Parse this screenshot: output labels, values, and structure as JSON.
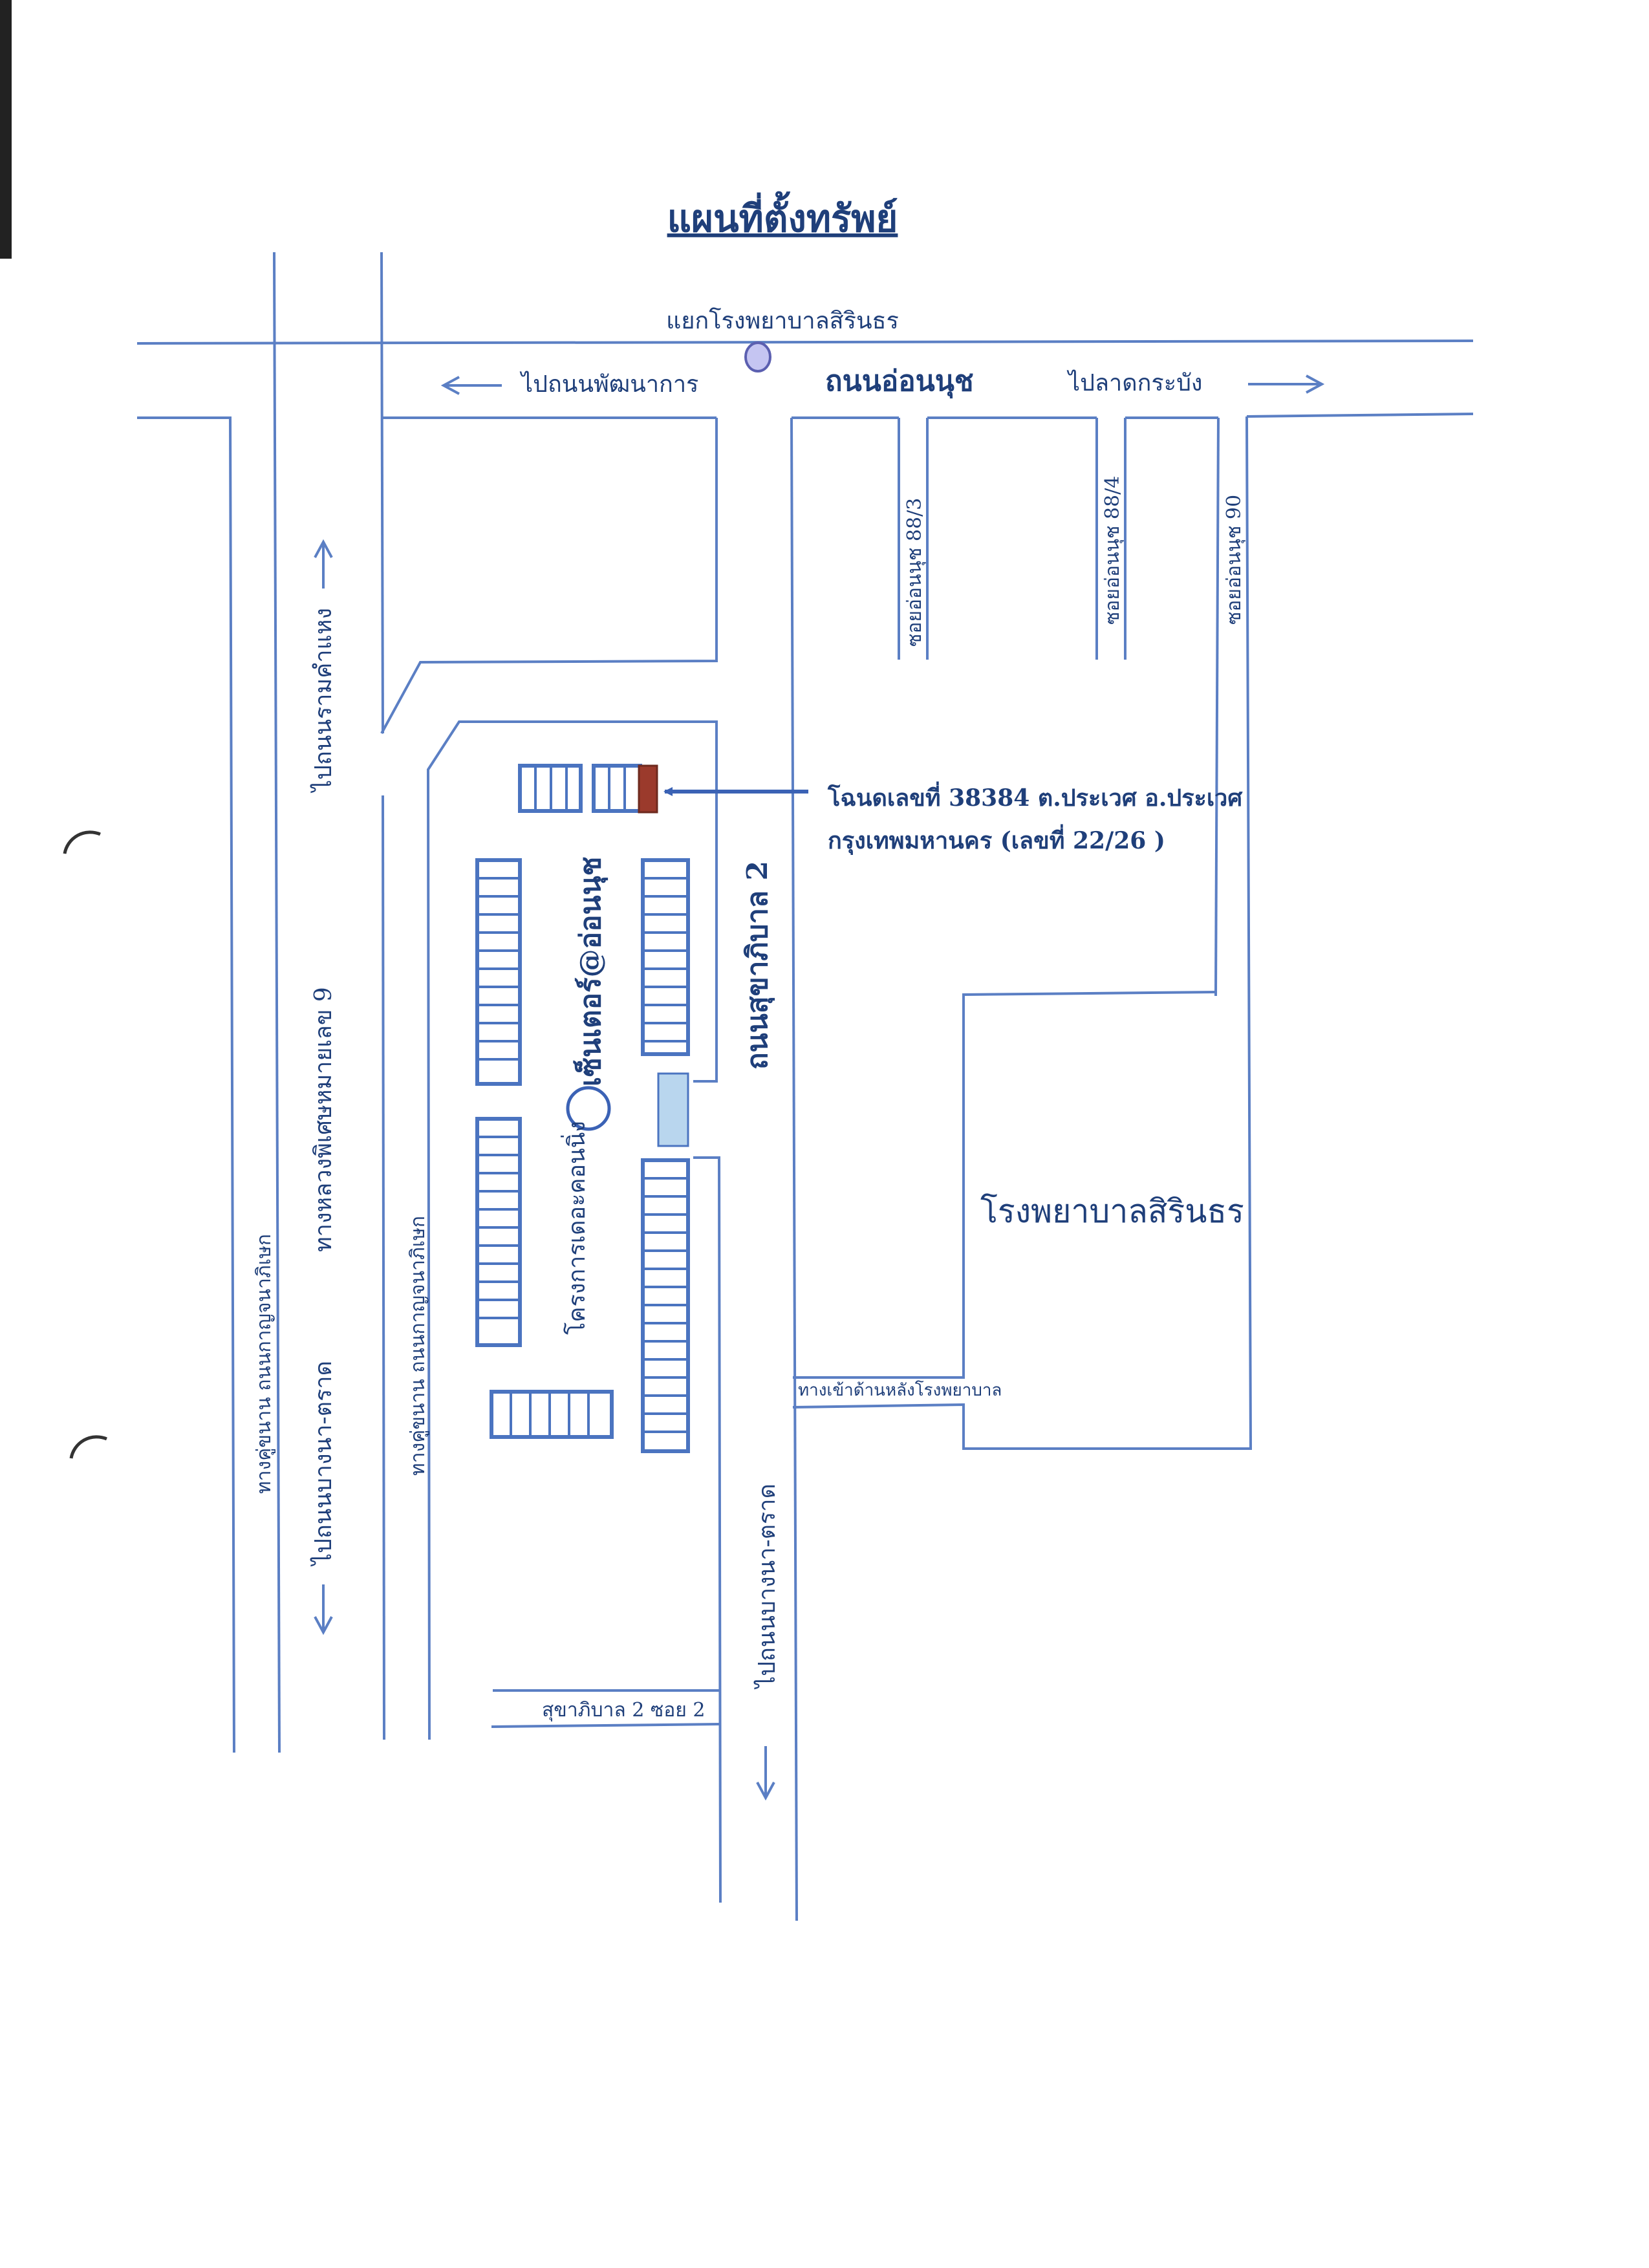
{
  "title": "แผนที่ตั้งทรัพย์",
  "map": {
    "junction": "แยกโรงพยาบาลสิรินธร",
    "main_road": "ถนนอ่อนนุช",
    "to_left": "ไปถนนพัฒนาการ",
    "to_right": "ไปลาดกระบัง",
    "soi_88_3": "ซอยอ่อนนุช 88/3",
    "soi_88_4": "ซอยอ่อนนุช 88/4",
    "soi_90": "ซอยอ่อนนุช 90",
    "to_ramkhamhaeng": "ไปถนนรามคำแหง",
    "motorway": "ทางหลวงพิเศษหมายเลข 9",
    "to_bangna_trat_left": "ไปถนนบางนา-ตราด",
    "frontage_road_outer": "ทางคู่ขนาน ถนนกาญจนาภิเษก",
    "frontage_road_inner": "ทางคู่ขนาน ถนนกาญจนาภิเษก",
    "project_name": "โครงการเดอะคอนนิ่ง",
    "center_name": "เซ็นเตอร์@อ่อนนุช",
    "sukhapiban_road": "ถนนสุขาภิบาล 2",
    "hospital": "โรงพยาบาลสิรินธร",
    "hospital_back_entrance": "ทางเข้าด้านหลังโรงพยาบาล",
    "to_bangna_trat_bottom": "ไปถนนบางนา-ตราด",
    "sukhapiban_soi": "สุขาภิบาล 2 ซอย 2"
  },
  "property_note": {
    "line1": "โฉนดเลขที่ 38384 ต.ประเวศ อ.ประเวศ",
    "line2": "กรุงเทพมหานคร (เลขที่ 22/26 )"
  },
  "colors": {
    "road": "#5b7fc4",
    "label": "#1f3f7a",
    "arrow": "#3b62b5",
    "property_marker": "#9b3a2c",
    "marker_box": "#b9d6ee"
  }
}
